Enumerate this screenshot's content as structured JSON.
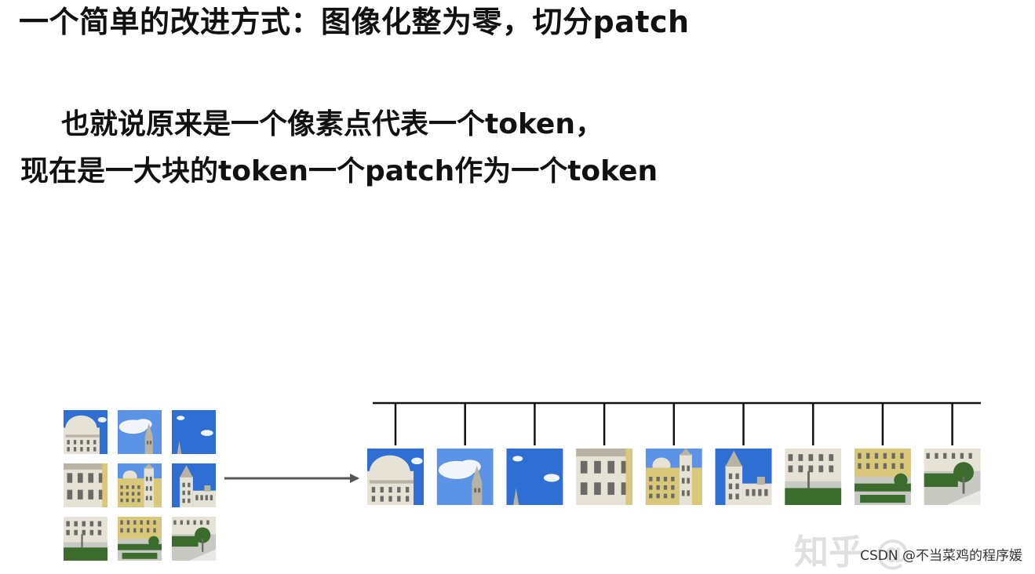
{
  "slide": {
    "title": "一个简单的改进方式：图像化整为零，切分patch",
    "line1": "也就说原来是一个像素点代表一个token，",
    "line2": "现在是一大块的token一个patch作为一个token"
  },
  "watermark": {
    "faint": "知乎 @",
    "text": "CSDN @不当菜鸡的程序媛"
  },
  "colors": {
    "sky": "#2f6fd4",
    "sky_light": "#5b93e6",
    "cloud": "#f2f5fb",
    "building": "#e6e2d6",
    "building_shadow": "#b9b3a3",
    "facade_yellow": "#d9c77a",
    "window": "#6b6a66",
    "greenery": "#3c6b2e",
    "ground": "#c9c9c4",
    "arrow": "#555555",
    "line": "#111111"
  },
  "diagram": {
    "grid_rows": 3,
    "grid_cols": 3,
    "patch_count": 9,
    "patches": [
      {
        "icon": "dome-sky-patch-icon"
      },
      {
        "icon": "cloud-tower-patch-icon"
      },
      {
        "icon": "sky-spire-patch-icon"
      },
      {
        "icon": "facade-windows-patch-icon"
      },
      {
        "icon": "palace-front-patch-icon"
      },
      {
        "icon": "tower-sky-patch-icon"
      },
      {
        "icon": "courtyard-building-patch-icon"
      },
      {
        "icon": "garden-hedges-patch-icon"
      },
      {
        "icon": "garden-tree-patch-icon"
      }
    ]
  }
}
